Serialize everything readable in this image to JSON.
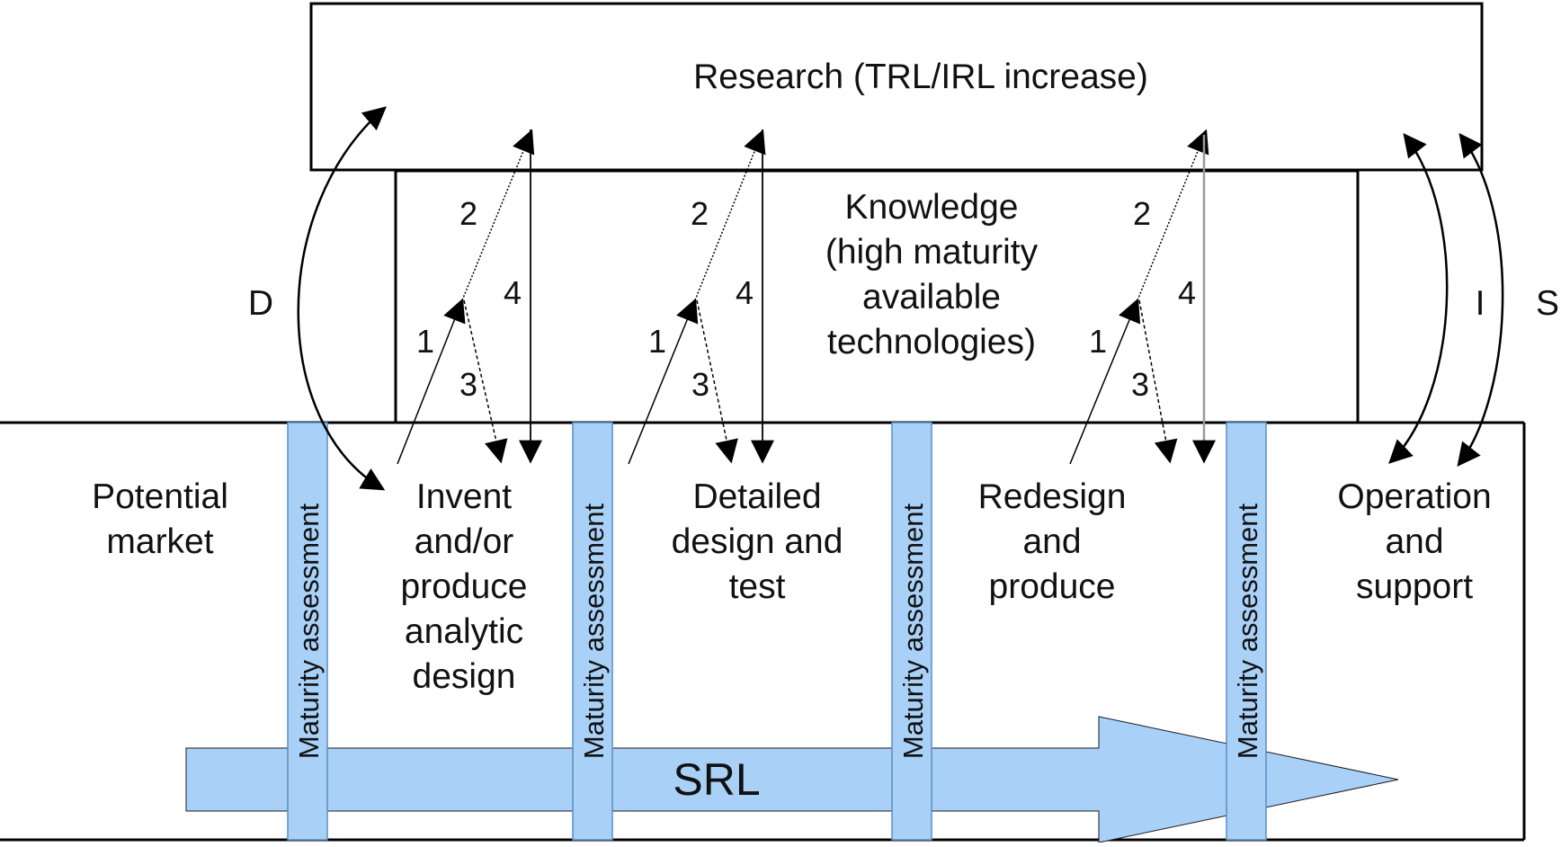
{
  "research": {
    "label": "Research (TRL/IRL increase)"
  },
  "knowledge": {
    "lines": [
      "Knowledge",
      "(high maturity",
      "available",
      "technologies)"
    ]
  },
  "curve_labels": {
    "d": "D",
    "i": "I",
    "s": "S"
  },
  "stages": [
    {
      "lines": [
        "Potential",
        "market"
      ]
    },
    {
      "lines": [
        "Invent",
        "and/or",
        "produce",
        "analytic",
        "design"
      ]
    },
    {
      "lines": [
        "Detailed",
        "design and",
        "test"
      ]
    },
    {
      "lines": [
        "Redesign",
        "and",
        "produce"
      ]
    },
    {
      "lines": [
        "Operation",
        "and",
        "support"
      ]
    }
  ],
  "maturity_label": "Maturity assessment",
  "srl_label": "SRL",
  "step_numbers": [
    "1",
    "2",
    "3",
    "4"
  ],
  "colors": {
    "accent_blue": "#a9d1f7",
    "line": "#000000",
    "background": "#ffffff"
  }
}
